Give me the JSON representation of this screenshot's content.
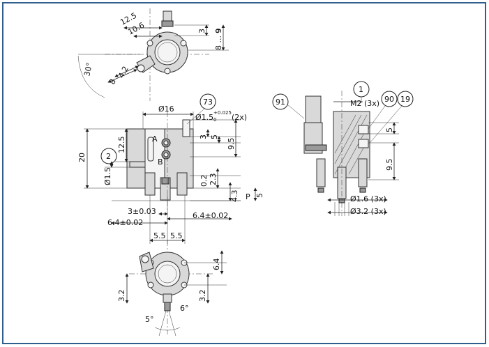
{
  "frame": {
    "border_color": "#2f5f8f"
  },
  "top_view": {
    "dims": {
      "d12_5": "12.5",
      "d10_6": "10.6",
      "d3": "3",
      "d9": "9",
      "d8_9": "8 ... 9",
      "d30": "30°",
      "d4_2": "4.2",
      "d8": "8"
    }
  },
  "front_view": {
    "dims": {
      "d16": "Ø16",
      "d1_5_tol": "Ø1.5",
      "tol_upper": "+0.025",
      "tol_lower": "0",
      "tol_count": "(2x)",
      "d12_5": "12.5",
      "d20": "20",
      "d1_5": "Ø1.5",
      "d3": "3",
      "d5": "5",
      "d9_5": "9.5",
      "d0_2": "0.2",
      "d2_3": "2.3",
      "d4_3": "4.3",
      "d5b": "5",
      "p": "P"
    },
    "labels": {
      "a": "A",
      "b": "B"
    },
    "balloons": {
      "b73": "73",
      "b2": "2"
    }
  },
  "middle_dims": {
    "d3_003": "3±0.03",
    "d6_4_left": "6.4±0.02",
    "d6_4_right": "6.4±0.02",
    "d5_5a": "5.5",
    "d5_5b": "5.5"
  },
  "bottom_view": {
    "dims": {
      "d6_4": "6.4",
      "d3_2_left": "3.2",
      "d3_2_right": "3.2",
      "d5deg": "5°",
      "d6deg": "6°"
    }
  },
  "side_view": {
    "dims": {
      "m2": "M2 (3x)",
      "d5": "5",
      "d9_5": "9.5",
      "d1_6": "Ø1.6 (3x)",
      "d3_2": "Ø3.2 (3x)"
    },
    "balloons": {
      "b91": "91",
      "b1": "1",
      "b90": "90",
      "b19": "19"
    }
  }
}
